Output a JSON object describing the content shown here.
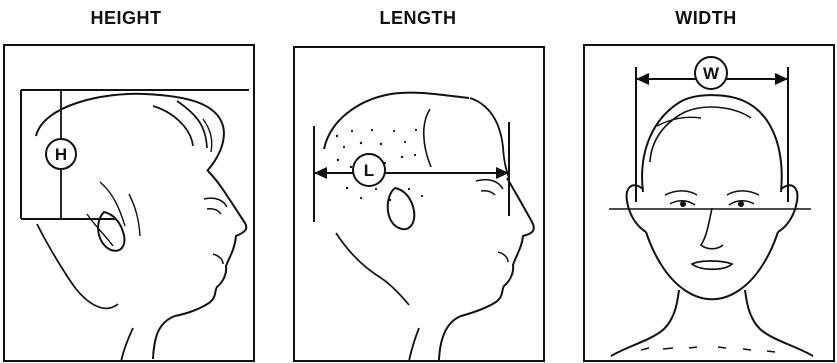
{
  "panels": [
    {
      "id": "height",
      "title": "HEIGHT",
      "marker": "H"
    },
    {
      "id": "length",
      "title": "LENGTH",
      "marker": "L"
    },
    {
      "id": "width",
      "title": "WIDTH",
      "marker": "W"
    }
  ],
  "colors": {
    "ink": "#111111",
    "paper": "#ffffff"
  }
}
